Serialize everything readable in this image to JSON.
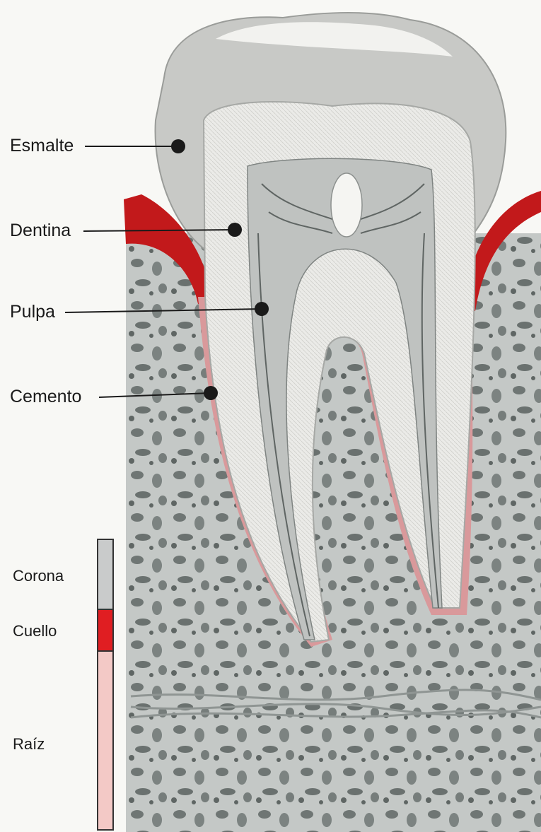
{
  "labels": {
    "enamel": "Esmalte",
    "dentin": "Dentina",
    "pulp": "Pulpa",
    "cementum": "Cemento"
  },
  "regions": {
    "crown": "Corona",
    "neck": "Cuello",
    "root": "Raíz"
  },
  "colors": {
    "crown": "#c9cbcb",
    "neck": "#e01e22",
    "root": "#f3c9c6",
    "gum": "#c2191b",
    "cementum": "#d9999b",
    "enamel": "#c8c9c6",
    "dentin": "#e9e9e6",
    "bone": "#8e9492"
  }
}
